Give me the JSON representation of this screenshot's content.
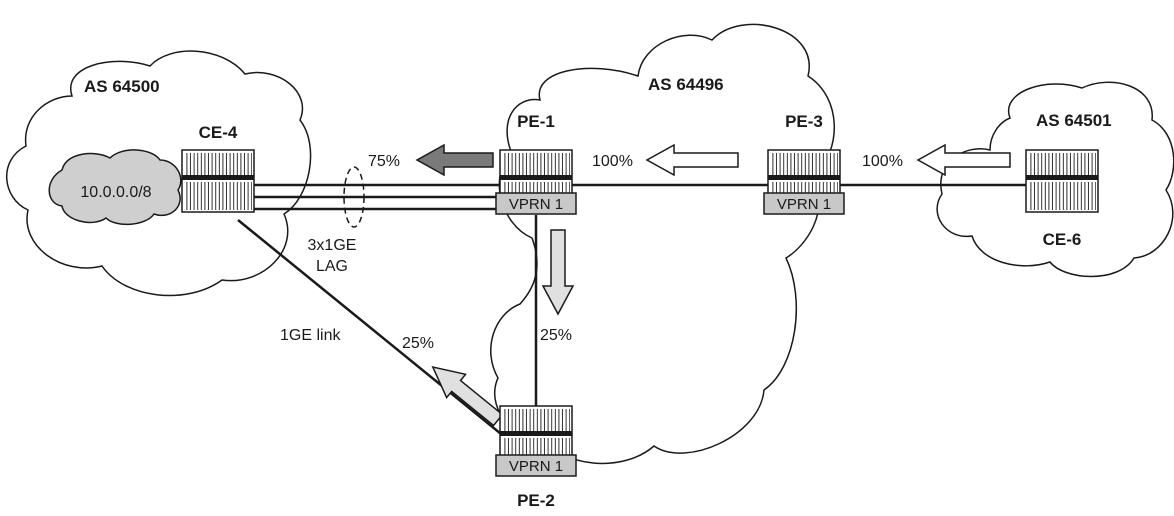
{
  "as_domains": {
    "as64500": "AS 64500",
    "as64496": "AS 64496",
    "as64501": "AS 64501"
  },
  "routers": {
    "ce4": "CE-4",
    "pe1": "PE-1",
    "pe2": "PE-2",
    "pe3": "PE-3",
    "ce6": "CE-6"
  },
  "vprn": {
    "pe1": "VPRN 1",
    "pe2": "VPRN 1",
    "pe3": "VPRN 1"
  },
  "prefix": "10.0.0.0/8",
  "links": {
    "lag_line1": "3x1GE",
    "lag_line2": "LAG",
    "single": "1GE link"
  },
  "traffic": {
    "ce6_to_pe3": "100%",
    "pe3_to_pe1": "100%",
    "pe1_to_ce4_lag": "75%",
    "pe1_to_pe2": "25%",
    "pe2_to_ce4": "25%"
  },
  "colors": {
    "ink": "#1a1a1a",
    "dark_arrow": "#7a7a7a",
    "light_arrow": "#e0e0e0",
    "prefix_cloud": "#cfcfcf",
    "vprn_box": "#c8c8c8",
    "router_face": "#ffffff"
  }
}
